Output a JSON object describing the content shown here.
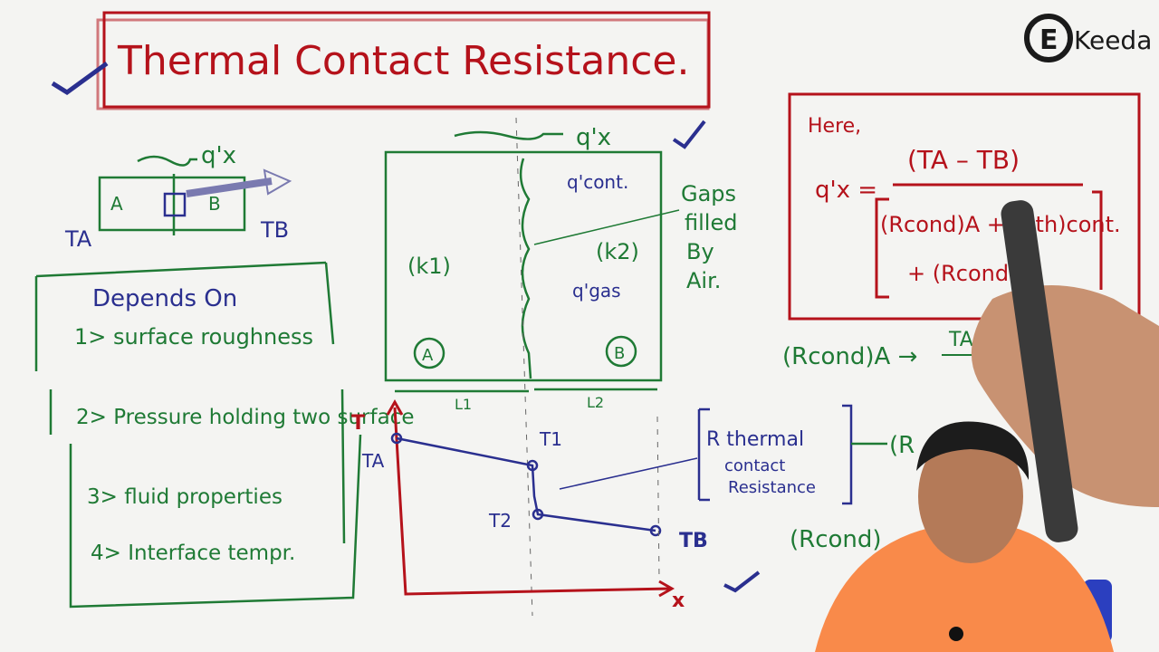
{
  "title": "Thermal Contact Resistance.",
  "logo": {
    "text": "Keeda",
    "mark": "E"
  },
  "left_diagram": {
    "heat_flux": "q'x",
    "block_a": "A",
    "block_b": "B",
    "temp_a": "TA",
    "temp_b": "TB"
  },
  "depends": {
    "heading": "Depends On",
    "items": [
      "1> surface roughness",
      "2> Pressure holding two surface",
      "3> fluid properties",
      "4> Interface tempr."
    ]
  },
  "center_diagram": {
    "flux_top": "q'x",
    "flux_contact": "q'cont.",
    "flux_gas": "q'gas",
    "k1": "(k1)",
    "k2": "(k2)",
    "label_a": "A",
    "label_b": "B",
    "l1": "L1",
    "l2": "L2",
    "gaps_note": [
      "Gaps",
      "filled",
      "By",
      "Air."
    ]
  },
  "plot": {
    "y_axis": "T",
    "x_axis": "x",
    "t_a": "TA",
    "t_1": "T1",
    "t_2": "T2",
    "t_b": "TB",
    "resistance_label": [
      "R thermal",
      "contact",
      "Resistance"
    ]
  },
  "formula": {
    "here": "Here,",
    "lhs": "q'x =",
    "numerator": "(TA – TB)",
    "denominator_1": "(Rcond)A + (Rth)cont.",
    "denominator_2": "+ (Rcond"
  },
  "right_notes": {
    "line1": "(Rcond)A →",
    "line1_rhs": "TA –",
    "line2": "(R",
    "line3": "(Rcond)"
  }
}
